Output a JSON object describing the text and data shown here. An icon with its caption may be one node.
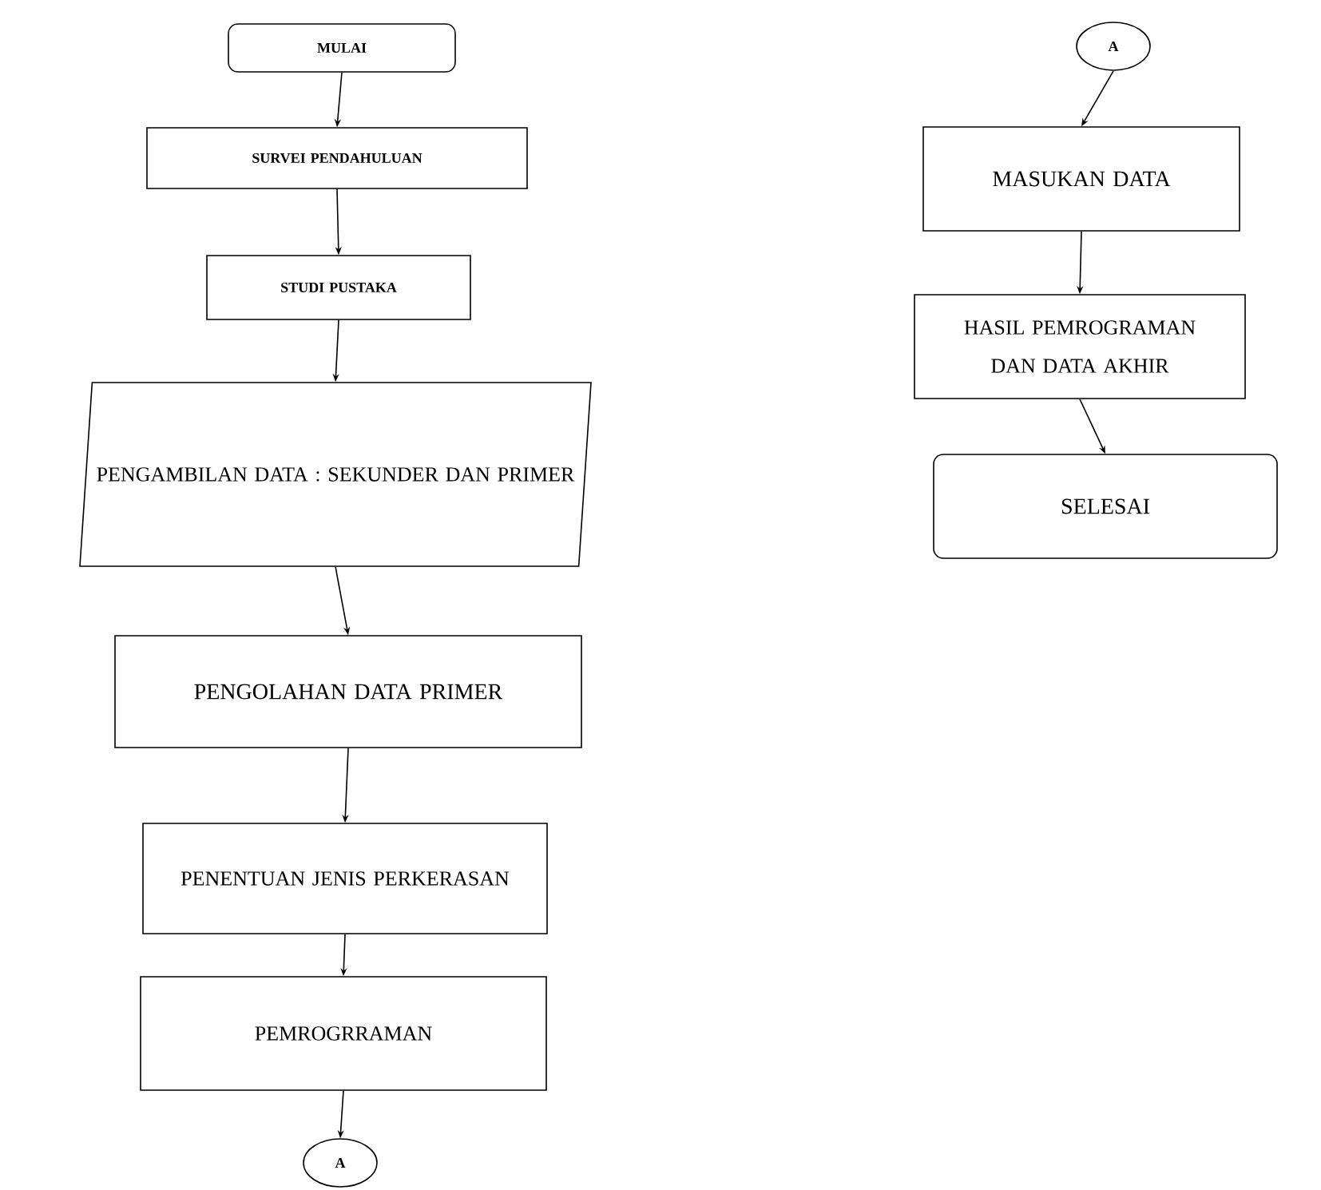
{
  "diagram": {
    "nodes": [
      {
        "text": [
          "MULAI"
        ]
      },
      {
        "text": [
          "SURVEI PENDAHULUAN"
        ]
      },
      {
        "text": [
          "STUDI PUSTAKA"
        ]
      },
      {
        "text": [
          "PENGAMBILAN DATA : SEKUNDER DAN PRIMER"
        ]
      },
      {
        "text": [
          "PENGOLAHAN DATA PRIMER"
        ]
      },
      {
        "text": [
          "PENENTUAN JENIS PERKERASAN"
        ]
      },
      {
        "text": [
          "PEMROGRRAMAN"
        ]
      },
      {
        "text": [
          "A"
        ]
      },
      {
        "text": [
          "A"
        ]
      },
      {
        "text": [
          "MASUKAN DATA"
        ]
      },
      {
        "text": [
          "HASIL PEMROGRAMAN DAN DATA AKHIR"
        ]
      },
      {
        "text": [
          "SELESAI"
        ]
      }
    ],
    "edges": [
      {
        "from": 0,
        "to": 1,
        "arrow": "to"
      },
      {
        "from": 1,
        "to": 2,
        "arrow": "to"
      },
      {
        "from": 2,
        "to": 3,
        "arrow": "to"
      },
      {
        "from": 3,
        "to": 4,
        "arrow": "to"
      },
      {
        "from": 4,
        "to": 5,
        "arrow": "to"
      },
      {
        "from": 5,
        "to": 6,
        "arrow": "to"
      },
      {
        "from": 6,
        "to": 7,
        "arrow": "to"
      },
      {
        "from": 8,
        "to": 9,
        "arrow": "to"
      },
      {
        "from": 9,
        "to": 10,
        "arrow": "to"
      },
      {
        "from": 10,
        "to": 11,
        "arrow": "to"
      }
    ]
  }
}
